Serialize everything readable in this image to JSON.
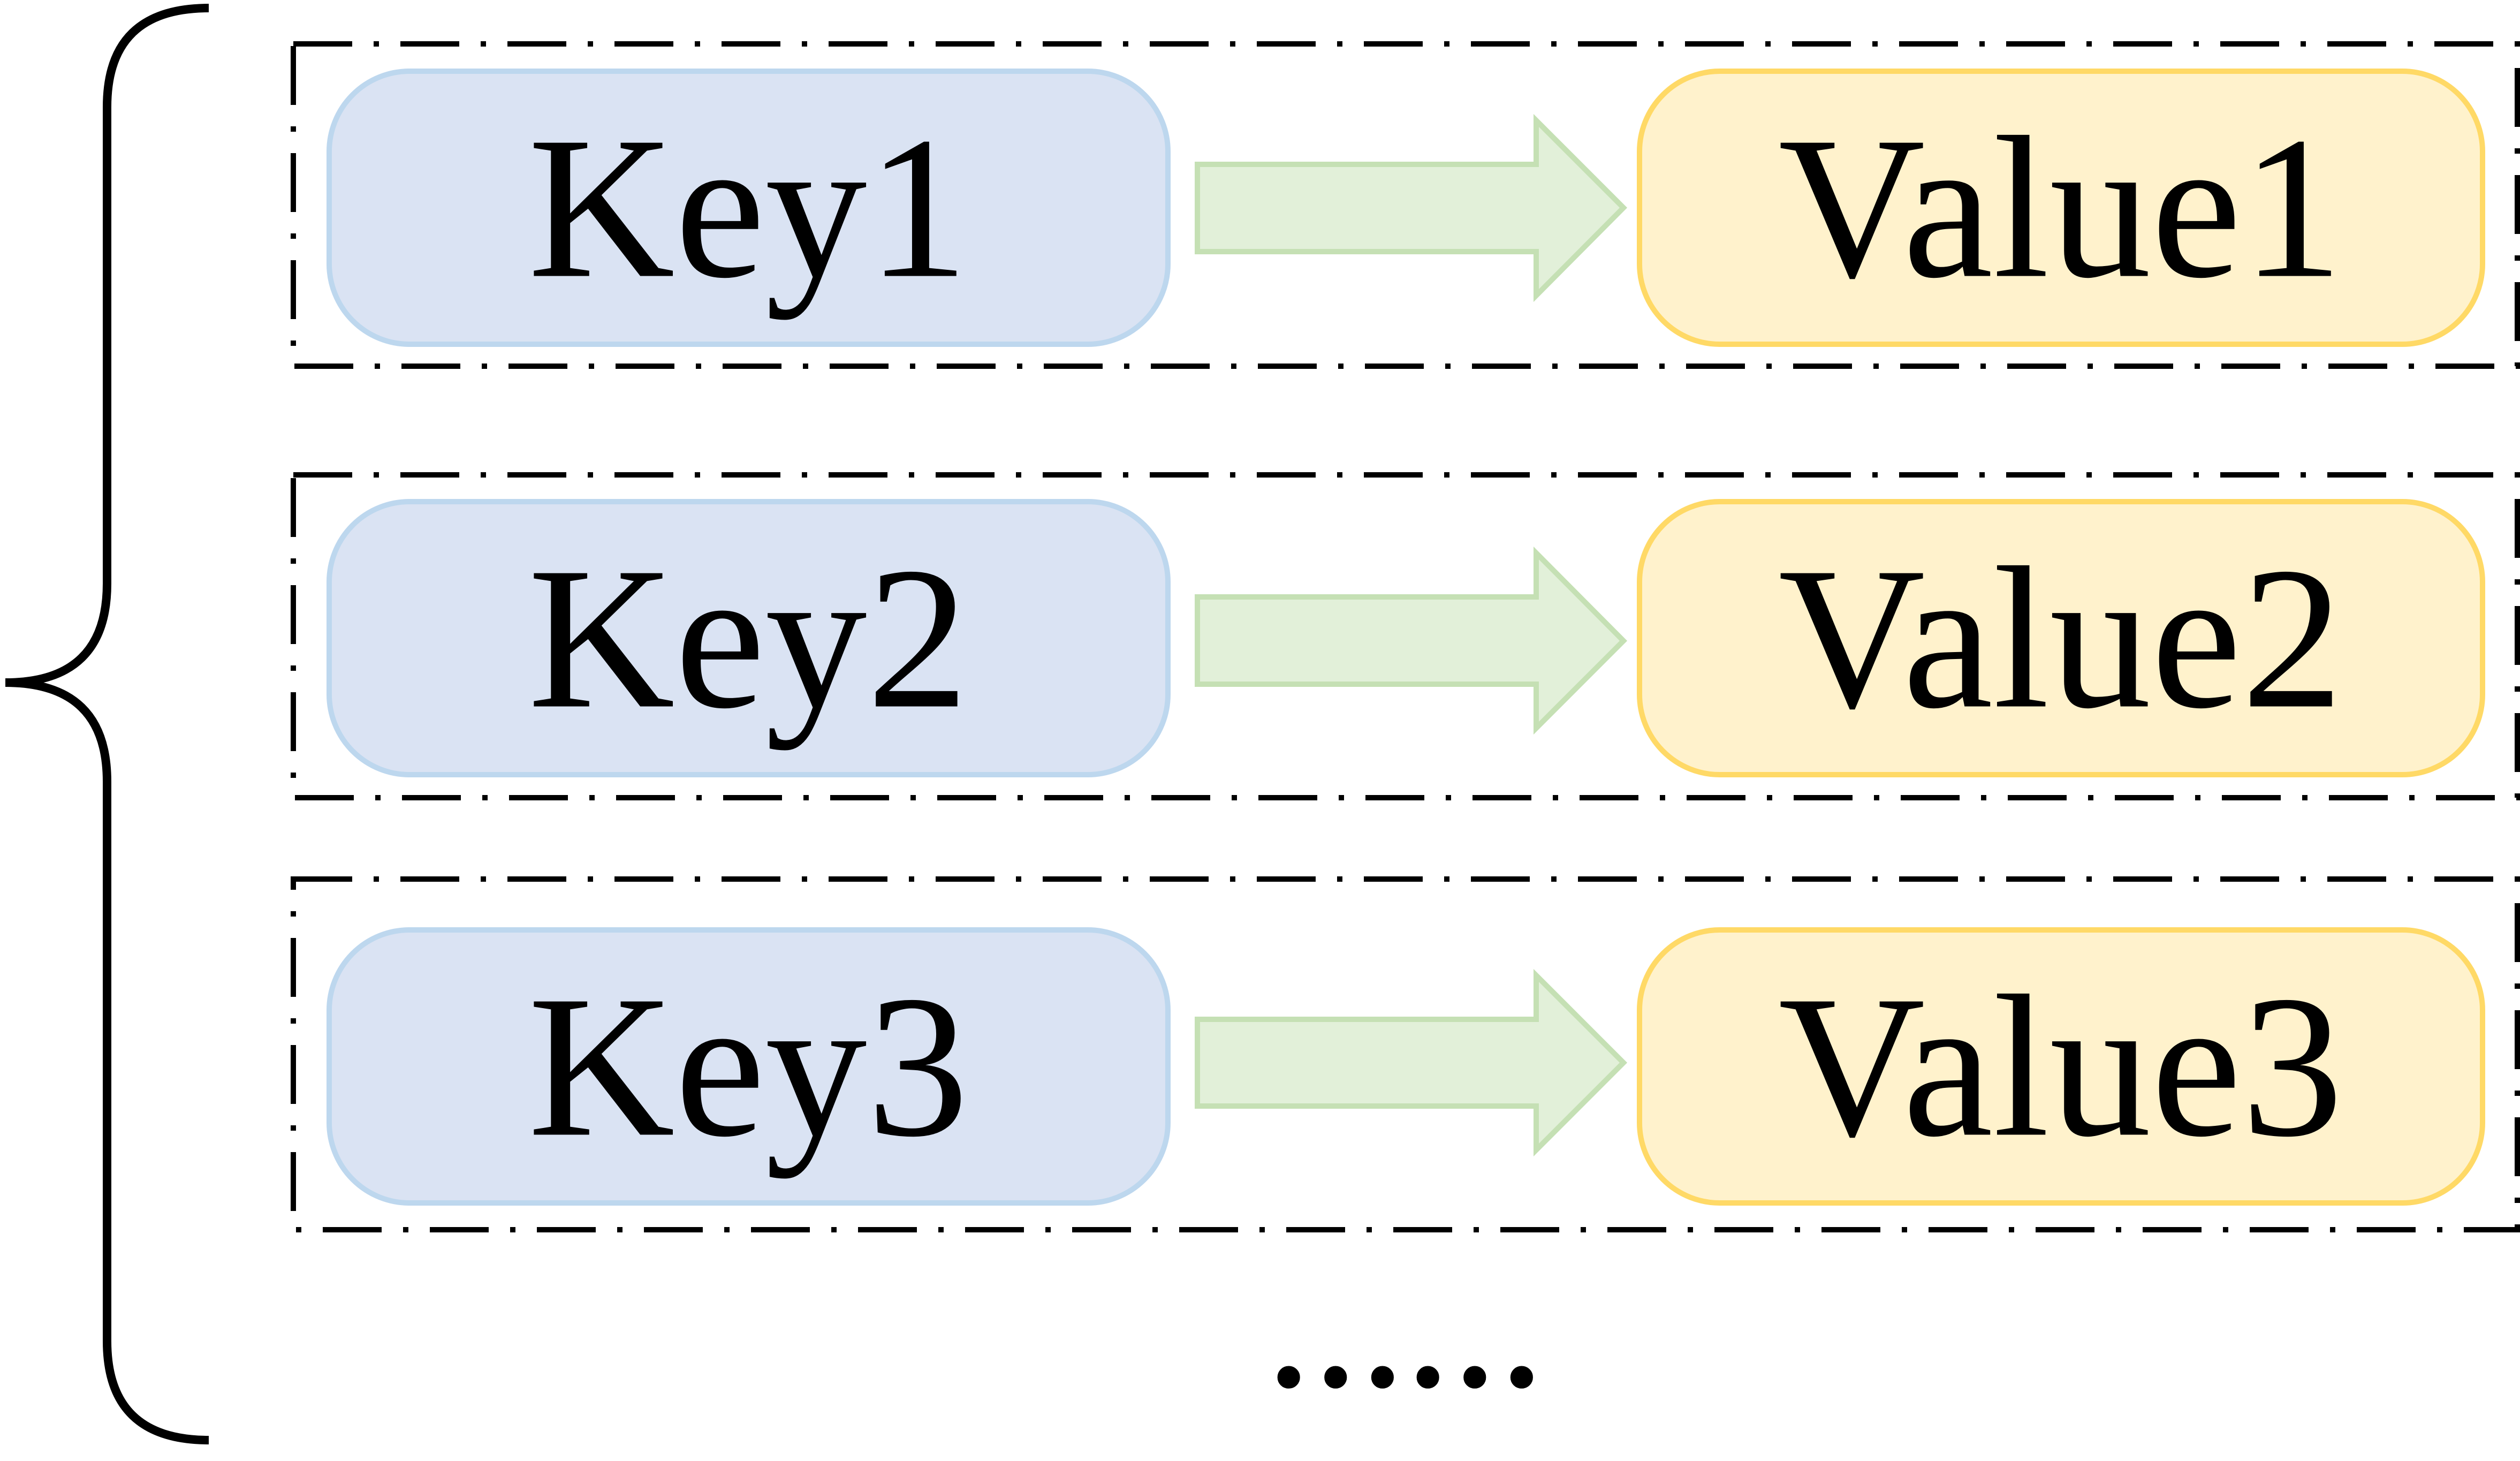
{
  "colors": {
    "key_fill": "#dae3f3",
    "key_stroke": "#bdd7ee",
    "value_fill": "#fff2cc",
    "value_stroke": "#ffd966",
    "arrow_fill": "#e2f0d9",
    "arrow_stroke": "#c5e0b4",
    "line": "#000000"
  },
  "pairs": [
    {
      "key": "Key1",
      "value": "Value1"
    },
    {
      "key": "Key2",
      "value": "Value2"
    },
    {
      "key": "Key3",
      "value": "Value3"
    }
  ],
  "ellipsis": "……"
}
